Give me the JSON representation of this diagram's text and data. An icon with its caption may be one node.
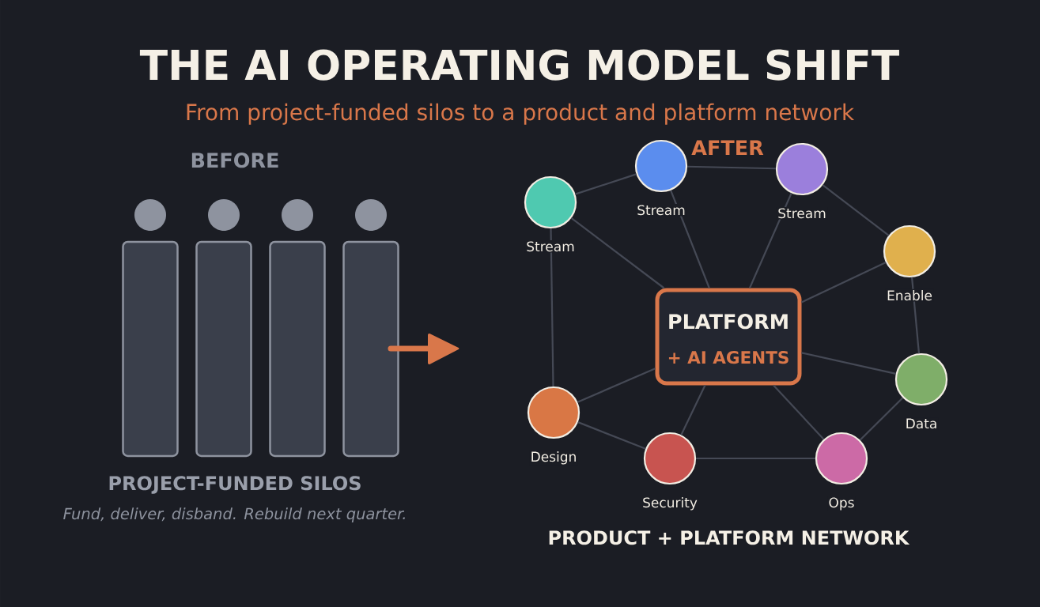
{
  "diagram": {
    "title": "THE AI OPERATING MODEL SHIFT",
    "nodes": [
      {
        "text": [],
        "shape": "circle",
        "beside": [
          "Stream"
        ]
      },
      {
        "text": [],
        "shape": "circle",
        "beside": [
          "Stream"
        ]
      },
      {
        "text": [],
        "shape": "circle",
        "beside": [
          "Stream"
        ]
      },
      {
        "text": [],
        "shape": "circle",
        "beside": [
          "Enable"
        ]
      },
      {
        "text": [
          "PLATFORM",
          "+ AI AGENTS"
        ]
      },
      {
        "text": [],
        "shape": "circle",
        "beside": [
          "Data"
        ]
      },
      {
        "text": [],
        "shape": "circle",
        "beside": [
          "Design"
        ]
      },
      {
        "text": [],
        "shape": "circle",
        "beside": [
          "Security"
        ]
      },
      {
        "text": [],
        "shape": "circle",
        "beside": [
          "Ops"
        ]
      }
    ],
    "edges": [
      {
        "from": 4,
        "to": 0,
        "arrow": "none"
      },
      {
        "from": 4,
        "to": 1,
        "arrow": "none"
      },
      {
        "from": 4,
        "to": 2,
        "arrow": "none"
      },
      {
        "from": 4,
        "to": 3,
        "arrow": "none"
      },
      {
        "from": 4,
        "to": 5,
        "arrow": "none"
      },
      {
        "from": 4,
        "to": 6,
        "arrow": "none"
      },
      {
        "from": 4,
        "to": 7,
        "arrow": "none"
      },
      {
        "from": 4,
        "to": 8,
        "arrow": "none"
      },
      {
        "from": 2,
        "to": 0,
        "arrow": "none"
      },
      {
        "from": 0,
        "to": 1,
        "arrow": "none"
      },
      {
        "from": 1,
        "to": 3,
        "arrow": "none"
      },
      {
        "from": 3,
        "to": 5,
        "arrow": "none"
      },
      {
        "from": 5,
        "to": 8,
        "arrow": "none"
      },
      {
        "from": 8,
        "to": 7,
        "arrow": "none"
      },
      {
        "from": 7,
        "to": 6,
        "arrow": "none"
      },
      {
        "from": 6,
        "to": 2,
        "arrow": "none"
      }
    ],
    "labels": [
      "From project-funded silos to a product and platform network",
      "BEFORE",
      "AFTER",
      "PROJECT-FUNDED SILOS",
      "Fund, deliver, disband. Rebuild next quarter.",
      "PRODUCT + PLATFORM NETWORK"
    ]
  }
}
